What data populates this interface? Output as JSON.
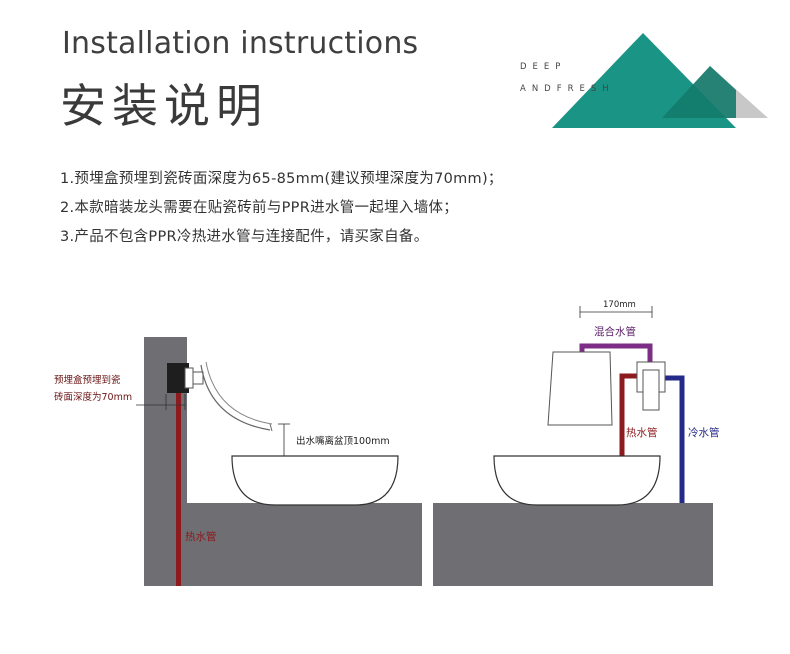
{
  "header": {
    "title_en": "Installation instructions",
    "title_cn": "安装说明",
    "brand_line1": "DEEP",
    "brand_line2": "ANDFRESH"
  },
  "instructions": [
    "1.预埋盒预埋到瓷砖面深度为65-85mm(建议预埋深度为70mm)；",
    "2.本款暗装龙头需要在贴瓷砖前与PPR进水管一起埋入墙体；",
    "3.产品不包含PPR冷热进水管与连接配件，请买家自备。"
  ],
  "left_diagram": {
    "depth_label_1": "预埋盒预埋到瓷",
    "depth_label_2": "砖面深度为70mm",
    "spout_height_label": "出水嘴离盆顶100mm",
    "hot_pipe_label": "热水管"
  },
  "right_diagram": {
    "width_label": "170mm",
    "mixed_pipe_label": "混合水管",
    "hot_pipe_label": "热水管",
    "cold_pipe_label": "冷水管"
  },
  "colors": {
    "teal": "#1a9484",
    "teal_dark": "#137a6b",
    "gray_triangle": "#c8c8c8",
    "wall": "#6f6e72",
    "hot": "#8c1a1f",
    "cold": "#242a8a",
    "mixed": "#7c2d86"
  }
}
